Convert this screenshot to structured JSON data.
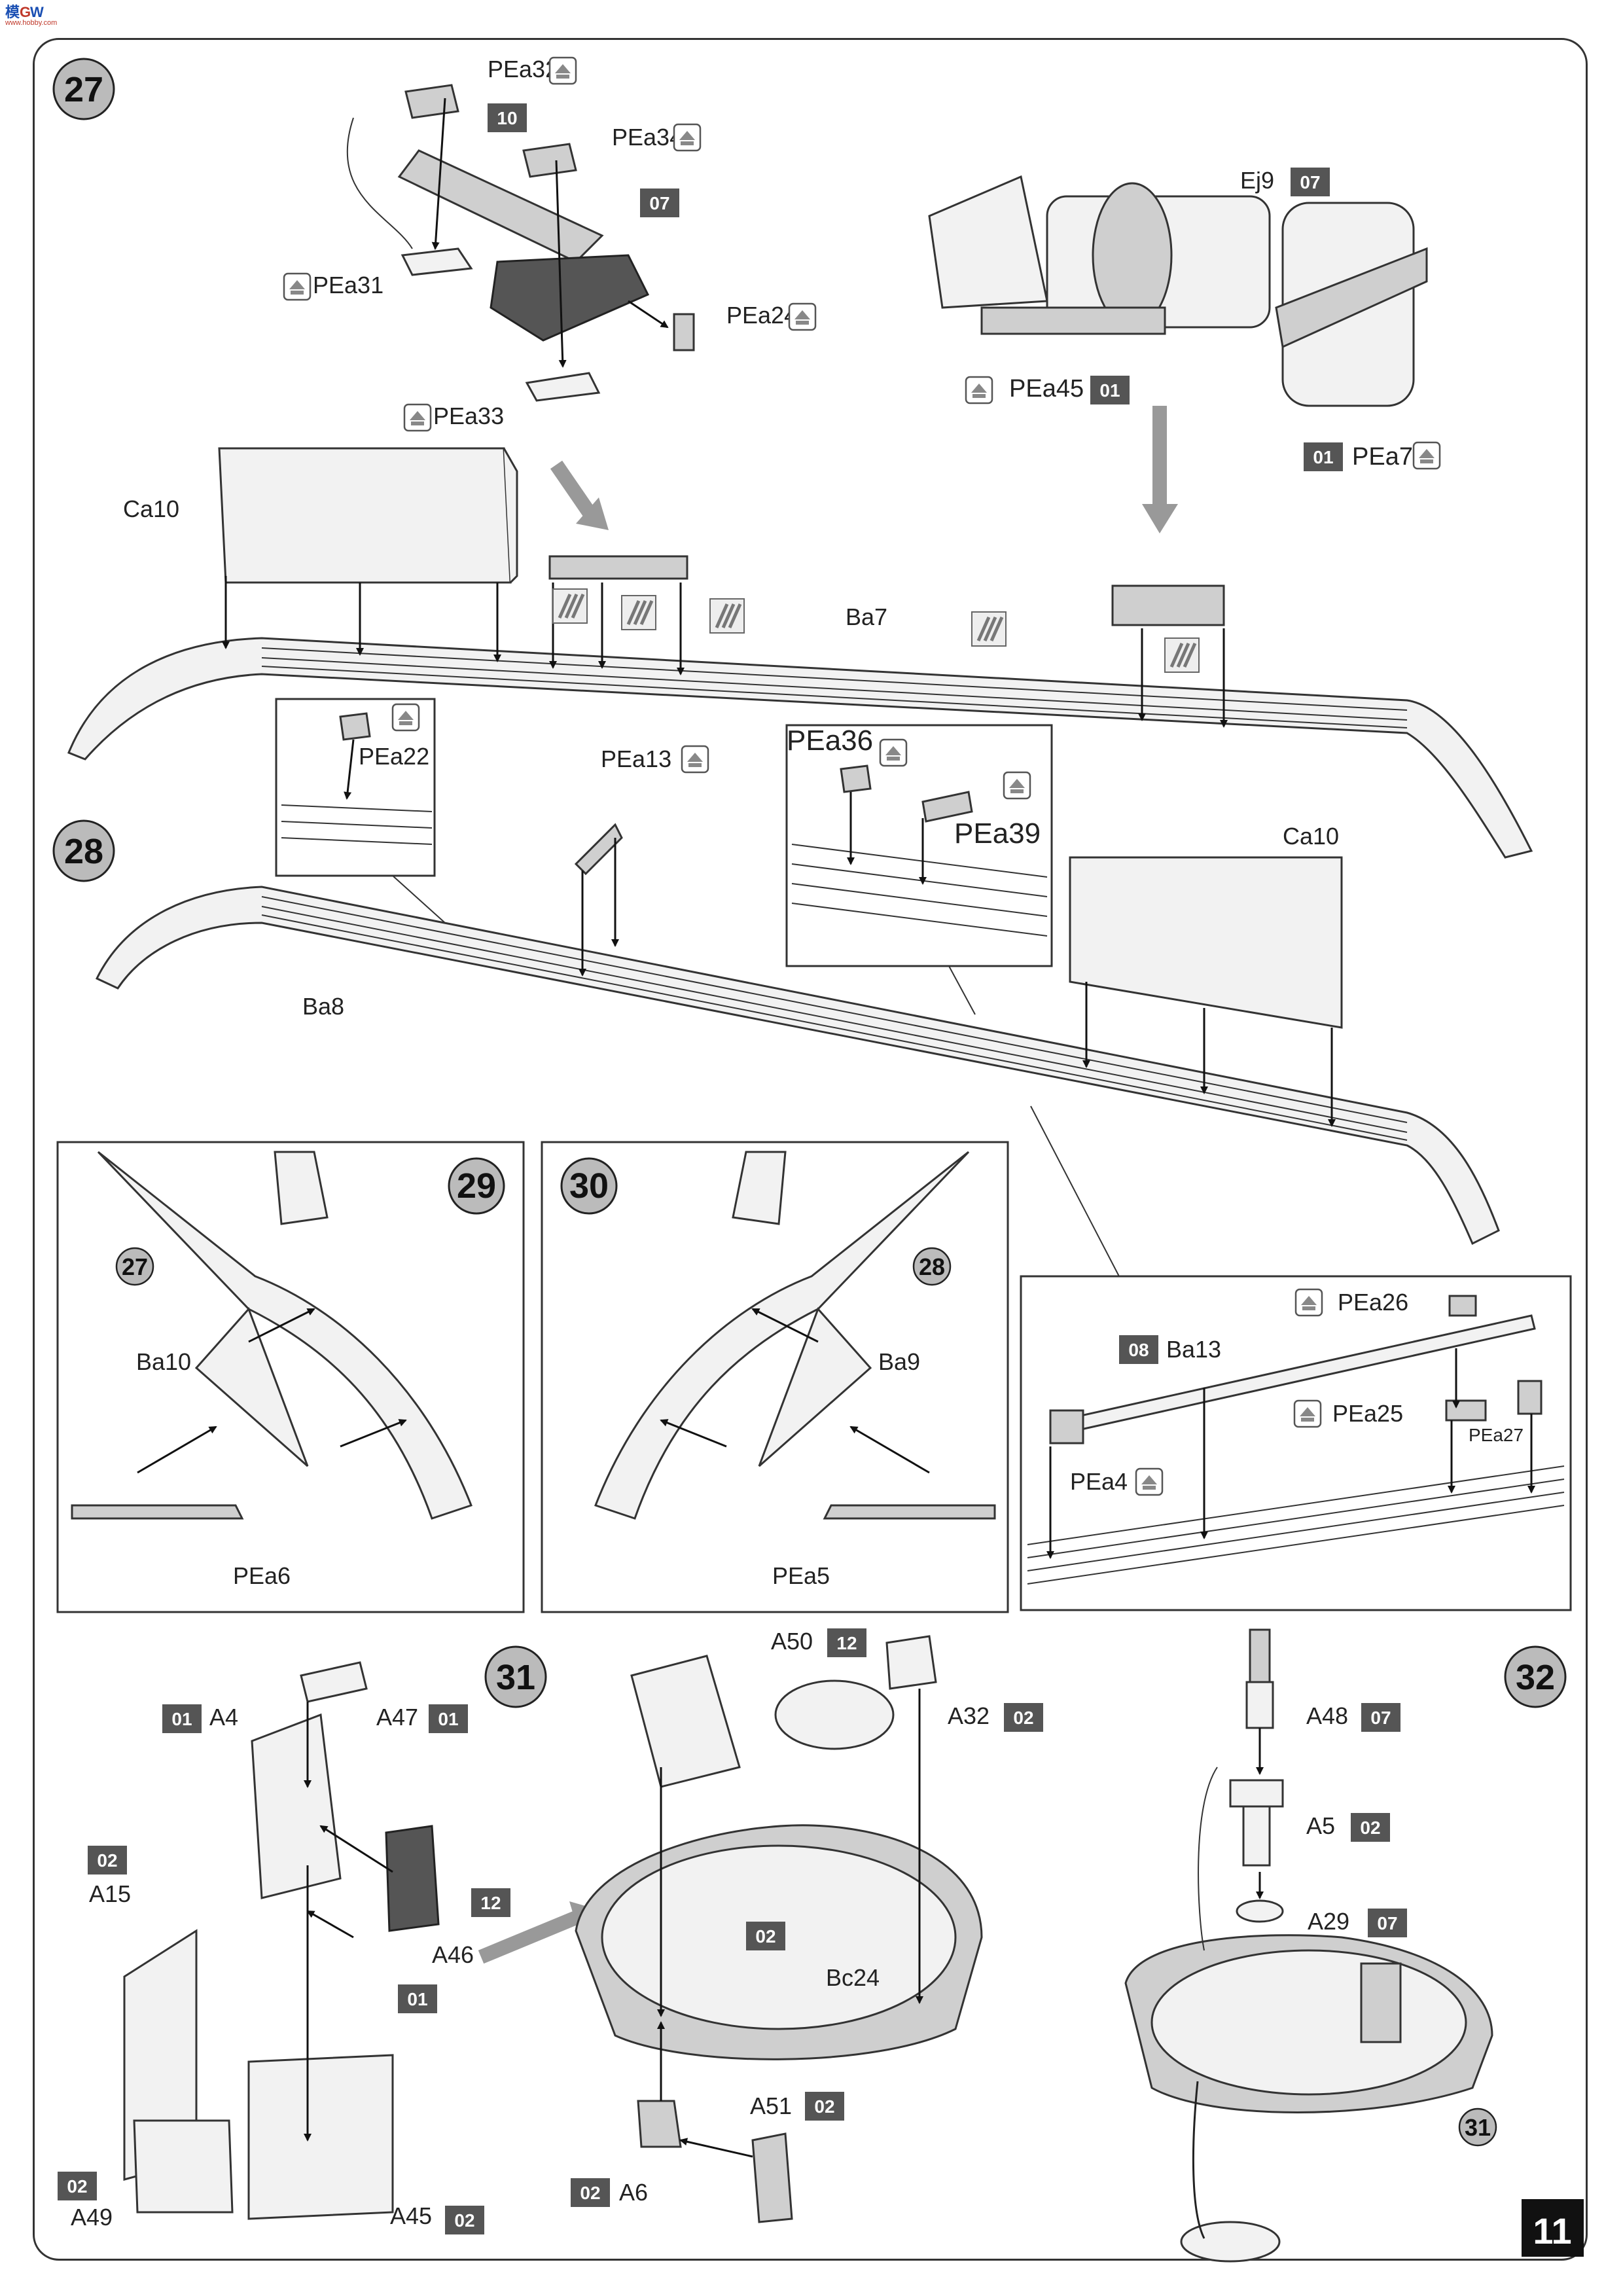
{
  "page": {
    "number": "11"
  },
  "steps": [
    {
      "id": "27",
      "label": "27"
    },
    {
      "id": "28",
      "label": "28"
    },
    {
      "id": "29",
      "label": "29"
    },
    {
      "id": "30",
      "label": "30"
    },
    {
      "id": "31",
      "label": "31"
    },
    {
      "id": "32",
      "label": "32"
    }
  ],
  "refs": {
    "r27": "27",
    "r28": "28",
    "r31": "31"
  },
  "sprue_badges": {
    "b10": "10",
    "b07a": "07",
    "b07b": "07",
    "b01a": "01",
    "b01b": "01",
    "b08": "08",
    "b01c": "01",
    "b01d": "01",
    "b12a": "12",
    "b01e": "01",
    "b02a": "02",
    "b02b": "02",
    "b02c": "02",
    "b12b": "12",
    "b02d": "02",
    "b02e": "02",
    "b02f": "02",
    "b02g": "02",
    "b07c": "07",
    "b02h": "02",
    "b07d": "07"
  },
  "parts": {
    "PEa32": "PEa32",
    "PEa34": "PEa34",
    "PEa31": "PEa31",
    "PEa24": "PEa24",
    "PEa33": "PEa33",
    "Ej9": "Ej9",
    "PEa45": "PEa45",
    "PEa7": "PEa7",
    "Ca10a": "Ca10",
    "Ba7": "Ba7",
    "PEa22": "PEa22",
    "PEa13": "PEa13",
    "PEa36": "PEa36",
    "PEa39": "PEa39",
    "Ca10b": "Ca10",
    "Ba8": "Ba8",
    "Ba10": "Ba10",
    "PEa6": "PEa6",
    "Ba9": "Ba9",
    "PEa5": "PEa5",
    "PEa26": "PEa26",
    "Ba13": "Ba13",
    "PEa25": "PEa25",
    "PEa27": "PEa27",
    "PEa4": "PEa4",
    "A4": "A4",
    "A47": "A47",
    "A15": "A15",
    "A46": "A46",
    "A49": "A49",
    "A45": "A45",
    "A50": "A50",
    "A32": "A32",
    "Bc24": "Bc24",
    "A51": "A51",
    "A6": "A6",
    "A48": "A48",
    "A5": "A5",
    "A29": "A29"
  },
  "colors": {
    "photo_etch": "#888888",
    "badge": "#555555",
    "ink": "#222222",
    "arrow_grey": "#999999"
  },
  "icons": {
    "photo_etch_marker": "pe-up-arrow-icon",
    "grille_marker": "grille-icon"
  }
}
